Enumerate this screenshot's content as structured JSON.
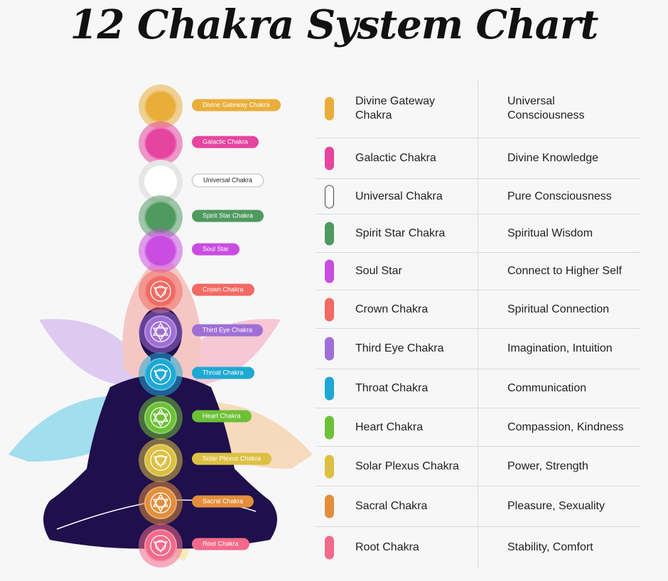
{
  "title": "12 Chakra System Chart",
  "chakras": [
    {
      "name": "Divine Gateway Chakra",
      "meaning": "Universal Consciousness",
      "color": "#e9ae3a"
    },
    {
      "name": "Galactic Chakra",
      "meaning": "Divine Knowledge",
      "color": "#e5449f"
    },
    {
      "name": "Universal Chakra",
      "meaning": "Pure Consciousness",
      "color": "#ffffff"
    },
    {
      "name": "Spirit Star Chakra",
      "meaning": "Spiritual Wisdom",
      "color": "#4f9a5f"
    },
    {
      "name": "Soul Star",
      "meaning": "Connect to Higher Self",
      "color": "#c94de0"
    },
    {
      "name": "Crown Chakra",
      "meaning": "Spiritual Connection",
      "color": "#f26a63"
    },
    {
      "name": "Third Eye Chakra",
      "meaning": "Imagination, Intuition",
      "color": "#9f6fd6"
    },
    {
      "name": "Throat Chakra",
      "meaning": "Communication",
      "color": "#1fa8d4"
    },
    {
      "name": "Heart Chakra",
      "meaning": "Compassion, Kindness",
      "color": "#6cc136"
    },
    {
      "name": "Solar Plexus Chakra",
      "meaning": "Power, Strength",
      "color": "#dcc043"
    },
    {
      "name": "Sacral Chakra",
      "meaning": "Pleasure, Sexuality",
      "color": "#e28e3c"
    },
    {
      "name": "Root Chakra",
      "meaning": "Stability, Comfort",
      "color": "#f26a8a"
    }
  ]
}
